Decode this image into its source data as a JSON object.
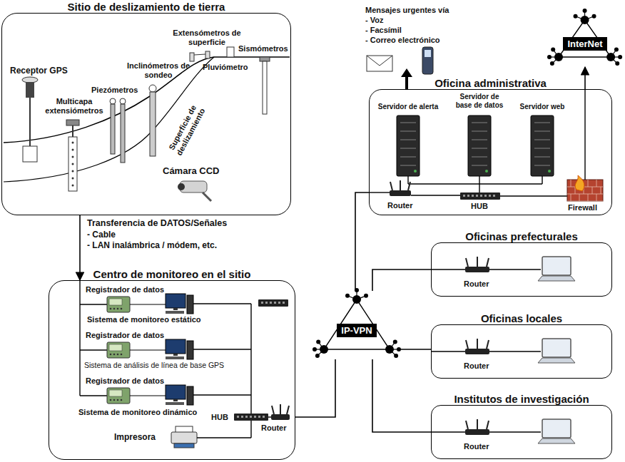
{
  "diagram": {
    "nodes": [
      {
        "text": [
          "Sitio de deslizamiento de tierra"
        ]
      },
      {
        "text": [
          "Centro de monitoreo en el sitio"
        ]
      },
      {
        "text": [
          "Oficina administrativa"
        ]
      },
      {
        "text": [
          "Oficinas prefecturales"
        ]
      },
      {
        "text": [
          "Oficinas locales"
        ]
      },
      {
        "text": [
          "Institutos de investigación"
        ]
      },
      {
        "text": [
          "IP-VPN"
        ]
      },
      {
        "text": [
          "InterNet"
        ]
      }
    ],
    "edges": [
      {
        "from": 0,
        "to": 1,
        "arrow": "to",
        "label": "Transferencia de DATOS/Señales"
      },
      {
        "from": 1,
        "to": 6,
        "arrow": "none"
      },
      {
        "from": 6,
        "to": 2,
        "arrow": "none"
      },
      {
        "from": 6,
        "to": 3,
        "arrow": "none"
      },
      {
        "from": 6,
        "to": 4,
        "arrow": "none"
      },
      {
        "from": 6,
        "to": 5,
        "arrow": "none"
      },
      {
        "from": 2,
        "to": 7,
        "arrow": "to"
      }
    ],
    "labels": [
      "Receptor GPS",
      "Multicapa extensiómetros",
      "Piezómetros",
      "Inclinómetros de sondeo",
      "Extensómetros de superficie",
      "Pluviómetro",
      "Sismómetros",
      "Superficie de deslizamiento",
      "Cámara CCD",
      "- Cable",
      "- LAN inalámbrica / módem, etc.",
      "Registrador de datos",
      "Sistema de monitoreo estático",
      "Registrador de datos",
      "Sistema de análisis de línea de base GPS",
      "Registrador de datos",
      "Sistema de monitoreo dinámico",
      "HUB",
      "Router",
      "Impresora",
      "Mensajes urgentes vía",
      "- Voz",
      "- Facsímil",
      "- Correo electrónico",
      "Servidor de alerta",
      "Servidor de base de datos",
      "Servidor web",
      "Router",
      "HUB",
      "Firewall",
      "Router",
      "Router",
      "Router"
    ]
  }
}
